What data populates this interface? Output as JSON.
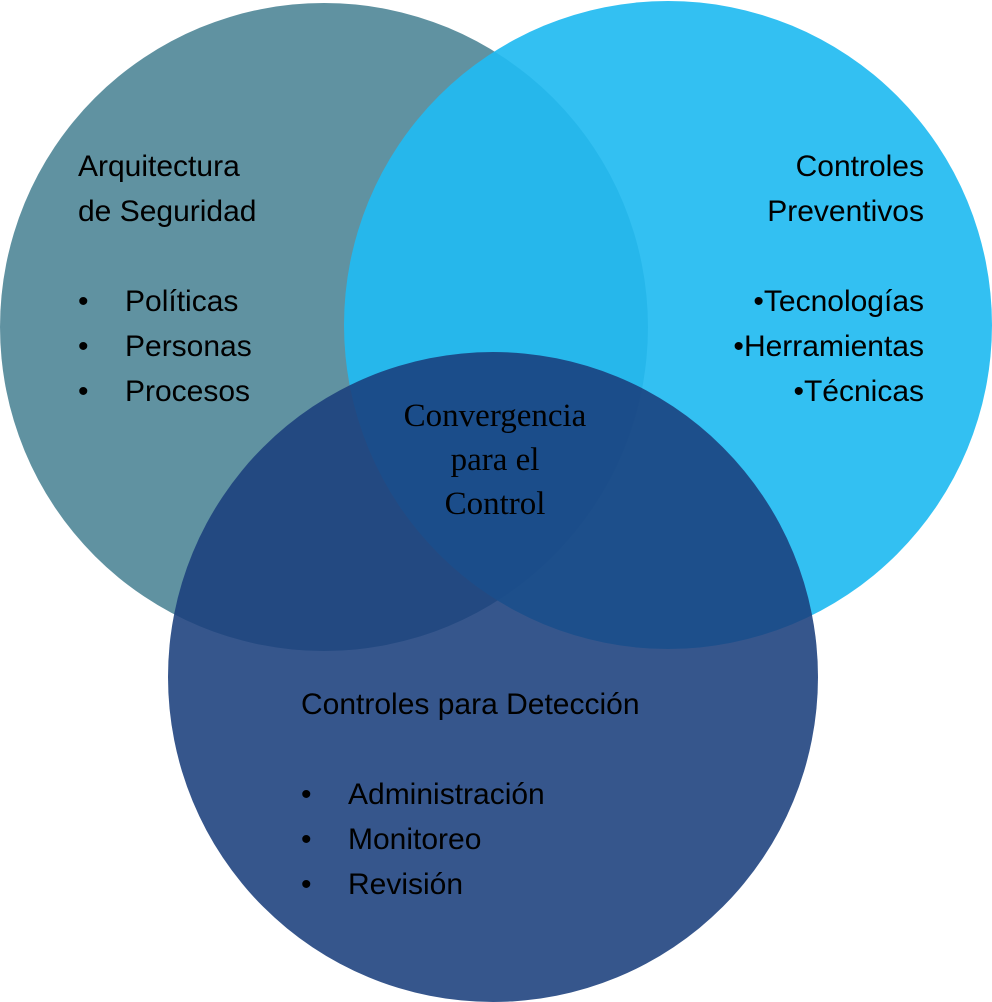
{
  "circles": [
    {
      "id": "left",
      "title_lines": [
        "Arquitectura",
        "de Seguridad"
      ],
      "items": [
        "Políticas",
        "Personas",
        "Procesos"
      ],
      "color": "#4a8394"
    },
    {
      "id": "right",
      "title_lines": [
        "Controles",
        "Preventivos"
      ],
      "items": [
        "Tecnologías",
        "Herramientas",
        "Técnicas"
      ],
      "color": "#22bbf1"
    },
    {
      "id": "bottom",
      "title_lines": [
        "Controles para Detección"
      ],
      "items": [
        "Administración",
        "Monitoreo",
        "Revisión"
      ],
      "color": "#1a3f7c"
    }
  ],
  "center": {
    "lines": [
      "Convergencia",
      "para el",
      "Control"
    ]
  },
  "bullet_symbol": "•"
}
